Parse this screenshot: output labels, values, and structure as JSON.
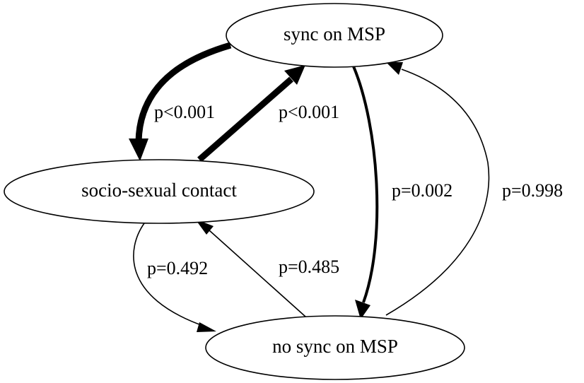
{
  "nodes": {
    "sync": {
      "label": "sync on MSP"
    },
    "contact": {
      "label": "socio-sexual contact"
    },
    "nosync": {
      "label": "no sync on MSP"
    }
  },
  "edges": [
    {
      "from": "sync on MSP",
      "to": "socio-sexual contact",
      "label": "p<0.001"
    },
    {
      "from": "socio-sexual contact",
      "to": "sync on MSP",
      "label": "p<0.001"
    },
    {
      "from": "sync on MSP",
      "to": "no sync on MSP",
      "label": "p=0.002"
    },
    {
      "from": "no sync on MSP",
      "to": "sync on MSP",
      "label": "p=0.998"
    },
    {
      "from": "socio-sexual contact",
      "to": "no sync on MSP",
      "label": "p=0.492"
    },
    {
      "from": "no sync on MSP",
      "to": "socio-sexual contact",
      "label": "p=0.485"
    }
  ]
}
